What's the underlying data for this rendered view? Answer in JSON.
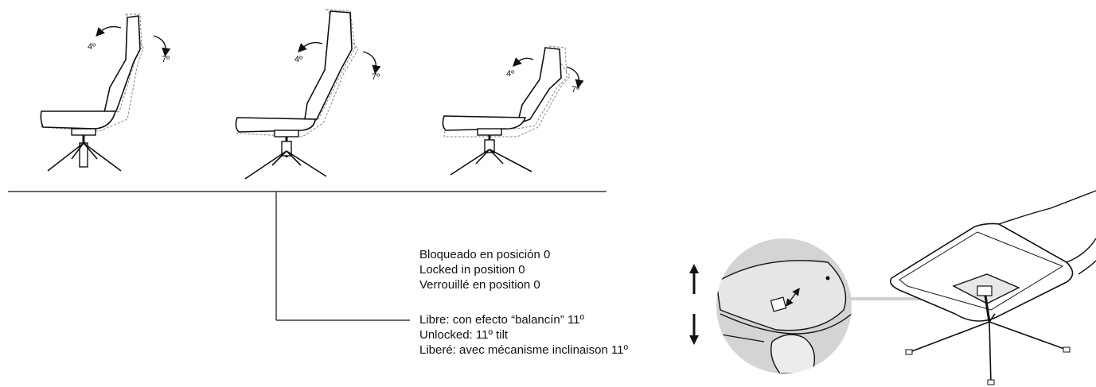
{
  "chairs": [
    {
      "front": "4º",
      "back": "7º"
    },
    {
      "front": "4º",
      "back": "7º"
    },
    {
      "front": "4º",
      "back": "7º"
    }
  ],
  "locked": {
    "es": "Bloqueado en posición 0",
    "en": "Locked in position 0",
    "fr": "Verrouillé en position 0"
  },
  "unlocked": {
    "es": "Libre: con efecto “balancín” 11º",
    "en": "Unlocked: 11º tilt",
    "fr": "Liberé: avec mécanisme inclinaison 11º"
  },
  "colors": {
    "ink": "#111111",
    "ghost": "#9a9a9a",
    "detail_bg": "#d4d4d4"
  }
}
